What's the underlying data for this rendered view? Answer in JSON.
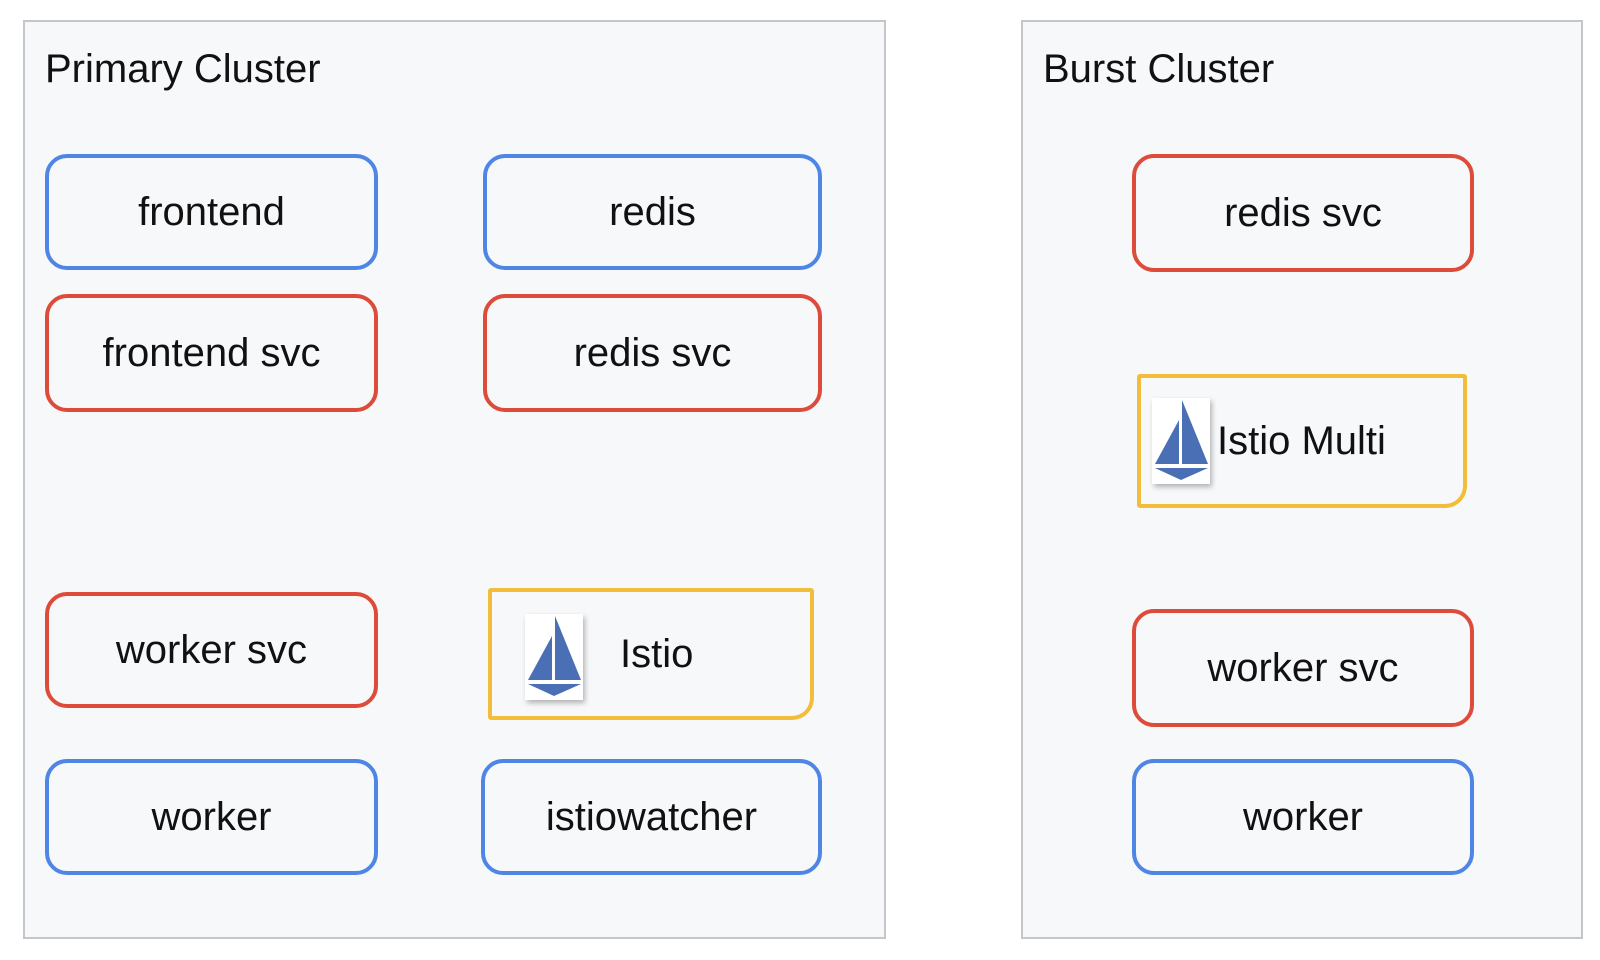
{
  "clusters": {
    "primary": {
      "title": "Primary Cluster",
      "nodes": {
        "frontend": "frontend",
        "redis": "redis",
        "frontend_svc": "frontend svc",
        "redis_svc": "redis svc",
        "worker_svc": "worker svc",
        "istio": "Istio",
        "worker": "worker",
        "istiowatcher": "istiowatcher"
      }
    },
    "burst": {
      "title": "Burst Cluster",
      "nodes": {
        "redis_svc": "redis svc",
        "istio_multi": "Istio Multi",
        "worker_svc": "worker svc",
        "worker": "worker"
      }
    }
  },
  "legend_colors": {
    "deployment": "#4f86e6",
    "service": "#dd4b3b",
    "istio": "#f3bd3c"
  },
  "icons": {
    "istio": "sailboat-icon"
  }
}
